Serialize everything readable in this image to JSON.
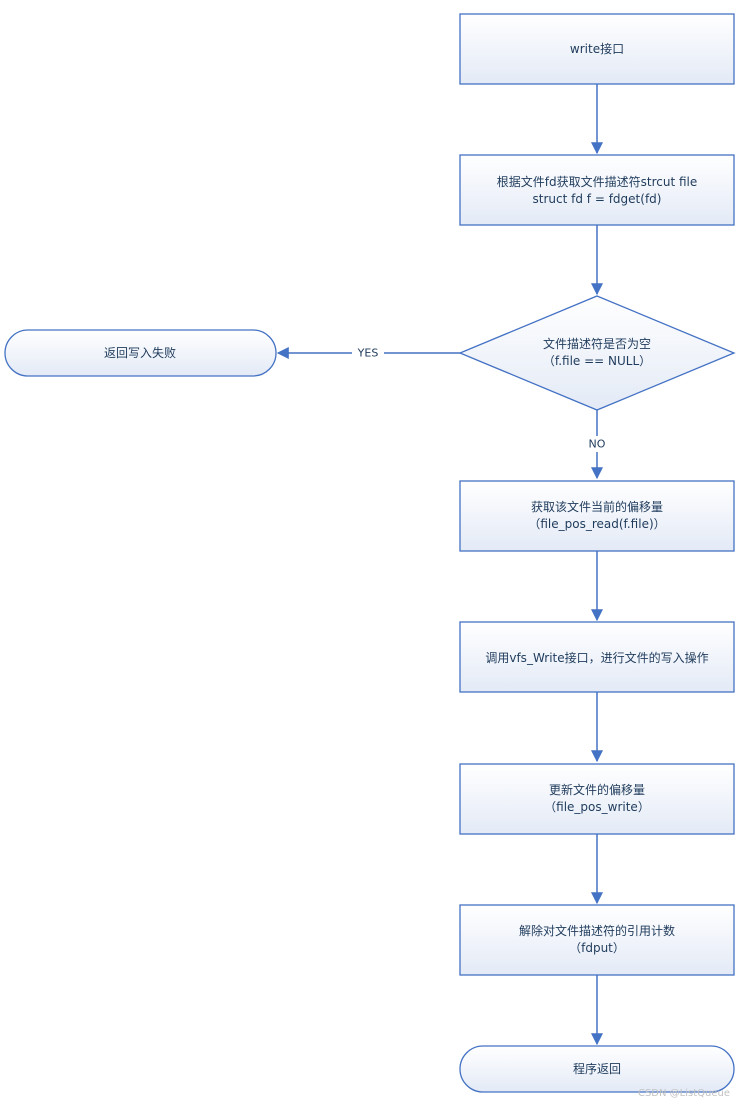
{
  "flowchart": {
    "nodes": {
      "start": {
        "lines": [
          "write接口"
        ]
      },
      "get_file": {
        "lines": [
          "根据文件fd获取文件描述符strcut file",
          "struct fd f = fdget(fd)"
        ]
      },
      "check_null": {
        "lines": [
          "文件描述符是否为空",
          "（f.file == NULL）"
        ]
      },
      "fail": {
        "lines": [
          "返回写入失败"
        ]
      },
      "read_pos": {
        "lines": [
          "获取该文件当前的偏移量",
          "（file_pos_read(f.file)）"
        ]
      },
      "vfs_write": {
        "lines": [
          "调用vfs_Write接口，进行文件的写入操作"
        ]
      },
      "update_pos": {
        "lines": [
          "更新文件的偏移量",
          "（file_pos_write）"
        ]
      },
      "fdput": {
        "lines": [
          "解除对文件描述符的引用计数",
          "（fdput）"
        ]
      },
      "end": {
        "lines": [
          "程序返回"
        ]
      }
    },
    "edges": {
      "yes_label": "YES",
      "no_label": "NO"
    }
  },
  "watermark": "CSDN @ListQueue",
  "colors": {
    "stroke": "#4472c4",
    "fill_top": "#ffffff",
    "fill_bottom": "#e3eaf6",
    "text": "#1f3b5c"
  }
}
